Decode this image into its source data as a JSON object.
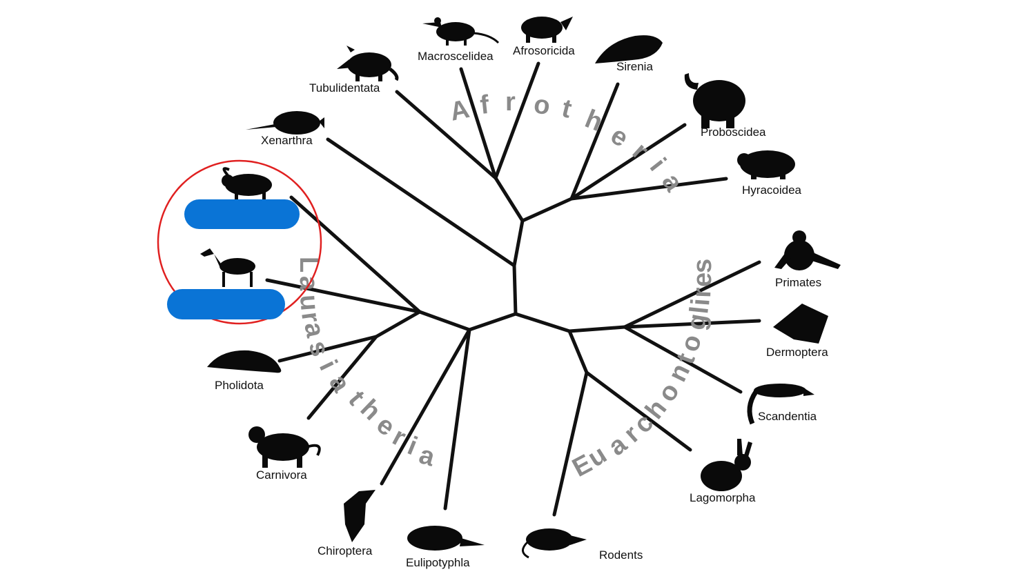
{
  "colors": {
    "branch": "#111111",
    "clade_text": "#8a8a8a",
    "highlight_ring": "#e02020",
    "redaction_bar": "#0a74d6"
  },
  "clades": {
    "afrotheria": "Afrotheria",
    "laurasiatheria": "Laurasiatheria",
    "euarchontoglires": "Euarchontoglires"
  },
  "taxa": {
    "macroscelidea": "Macroscelidea",
    "afrosoricida": "Afrosoricida",
    "sirenia": "Sirenia",
    "tubulidentata": "Tubulidentata",
    "xenarthra": "Xenarthra",
    "proboscidea": "Proboscidea",
    "hyracoidea": "Hyracoidea",
    "primates": "Primates",
    "dermoptera": "Dermoptera",
    "scandentia": "Scandentia",
    "lagomorpha": "Lagomorpha",
    "rodents": "Rodents",
    "eulipotyphla": "Eulipotyphla",
    "chiroptera": "Chiroptera",
    "carnivora": "Carnivora",
    "pholidota": "Pholidota"
  },
  "hidden_labels": [
    {
      "name": "ibex-label-redacted",
      "icon": "ibex-icon"
    },
    {
      "name": "horse-label-redacted",
      "icon": "horse-icon"
    }
  ]
}
